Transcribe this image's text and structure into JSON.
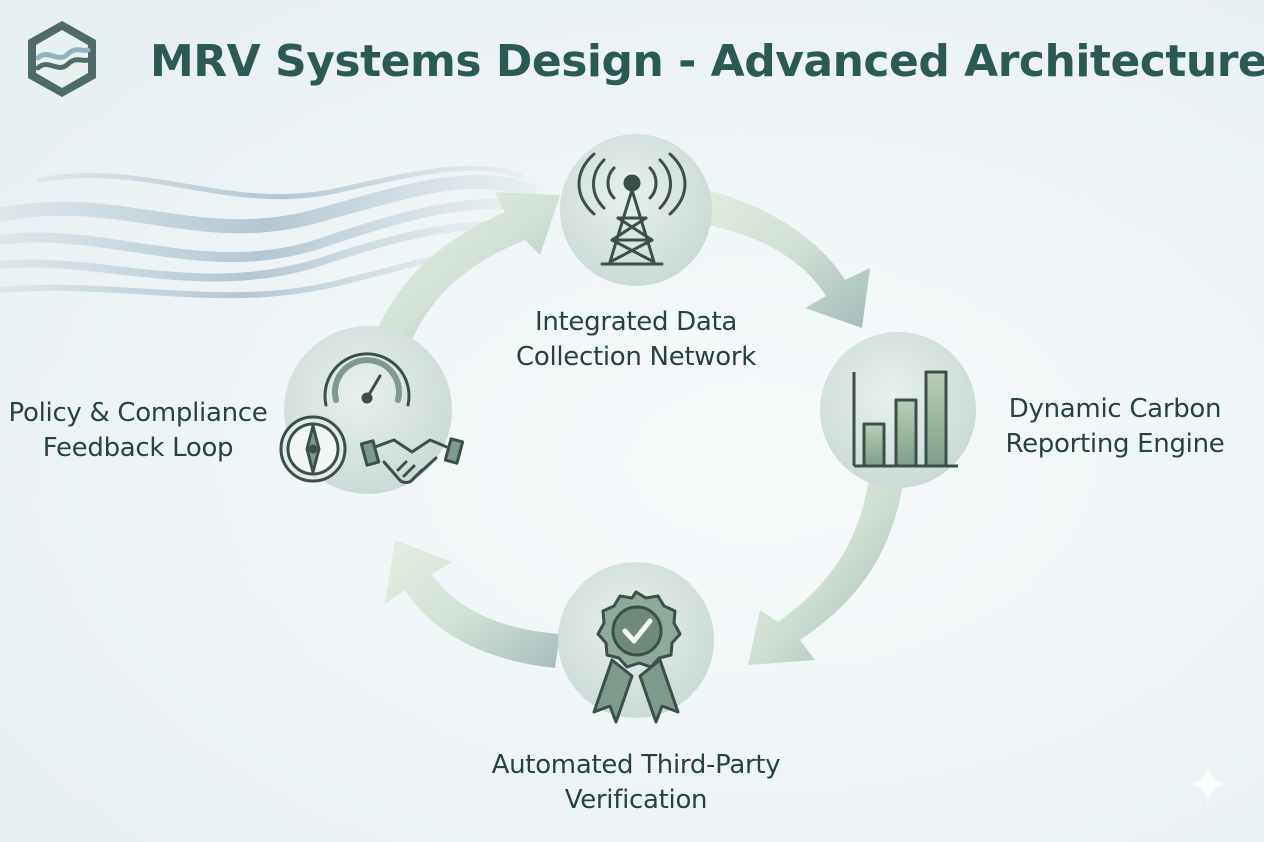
{
  "title": "MRV Systems Design - Advanced Architecture",
  "logo_icon": "wave-hexagon-logo",
  "colors": {
    "title": "#2b5a55",
    "text": "#26433f",
    "cycle_light": "#dfeadf",
    "cycle_dark": "#9fb8b6",
    "node_fill": "#d9e5e2",
    "icon_stroke": "#3b4f4b",
    "bar_fill": "#8fb094",
    "badge_fill": "#7f9a8c"
  },
  "nodes": [
    {
      "id": "data",
      "icon": "radio-tower-icon",
      "lines": [
        "Integrated Data",
        "Collection Network"
      ]
    },
    {
      "id": "reporting",
      "icon": "bar-chart-icon",
      "lines": [
        "Dynamic Carbon",
        "Reporting Engine"
      ]
    },
    {
      "id": "verification",
      "icon": "award-badge-icon",
      "lines": [
        "Automated Third-Party",
        "Verification"
      ]
    },
    {
      "id": "policy",
      "icon": "gauge-compass-handshake-icon",
      "lines": [
        "Policy & Compliance",
        "Feedback Loop"
      ]
    }
  ]
}
